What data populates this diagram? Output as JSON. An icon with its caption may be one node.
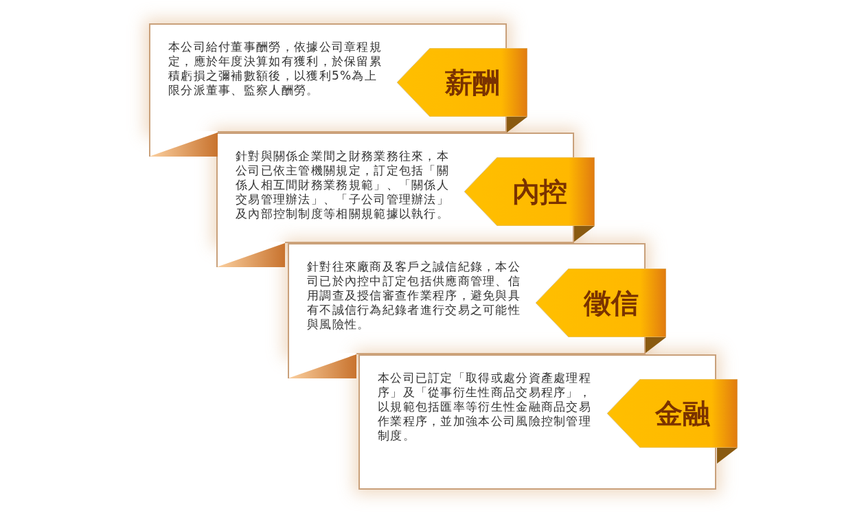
{
  "diagram": {
    "nodes": [
      {
        "text": [
          "本公司給付董事酬勞，依據公司章程規定，應於年度決算如有獲利，於保留累積虧損之彌補數額後，以獲利5%為上限分派董事、監察人酬勞。"
        ]
      },
      {
        "text": [
          "薪酬"
        ]
      },
      {
        "text": [
          "針對與關係企業間之財務業務往來，本公司已依主管機關規定，訂定包括「關係人相互間財務業務規範」、「關係人交易管理辦法」、「子公司管理辦法」及內部控制制度等相關規範據以執行。"
        ]
      },
      {
        "text": [
          "內控"
        ]
      },
      {
        "text": [
          "針對往來廠商及客戶之誠信紀錄，本公司已於內控中訂定包括供應商管理、信用調查及授信審查作業程序，避免與具有不誠信行為紀錄者進行交易之可能性與風險性。"
        ]
      },
      {
        "text": [
          "徵信"
        ]
      },
      {
        "text": [
          "本公司已訂定「取得或處分資產處理程序」及「從事衍生性商品交易程序」，以規範包括匯率等衍生性金融商品交易作業程序，並加強本公司風險控制管理制度。"
        ]
      },
      {
        "text": [
          "金融"
        ]
      }
    ]
  }
}
